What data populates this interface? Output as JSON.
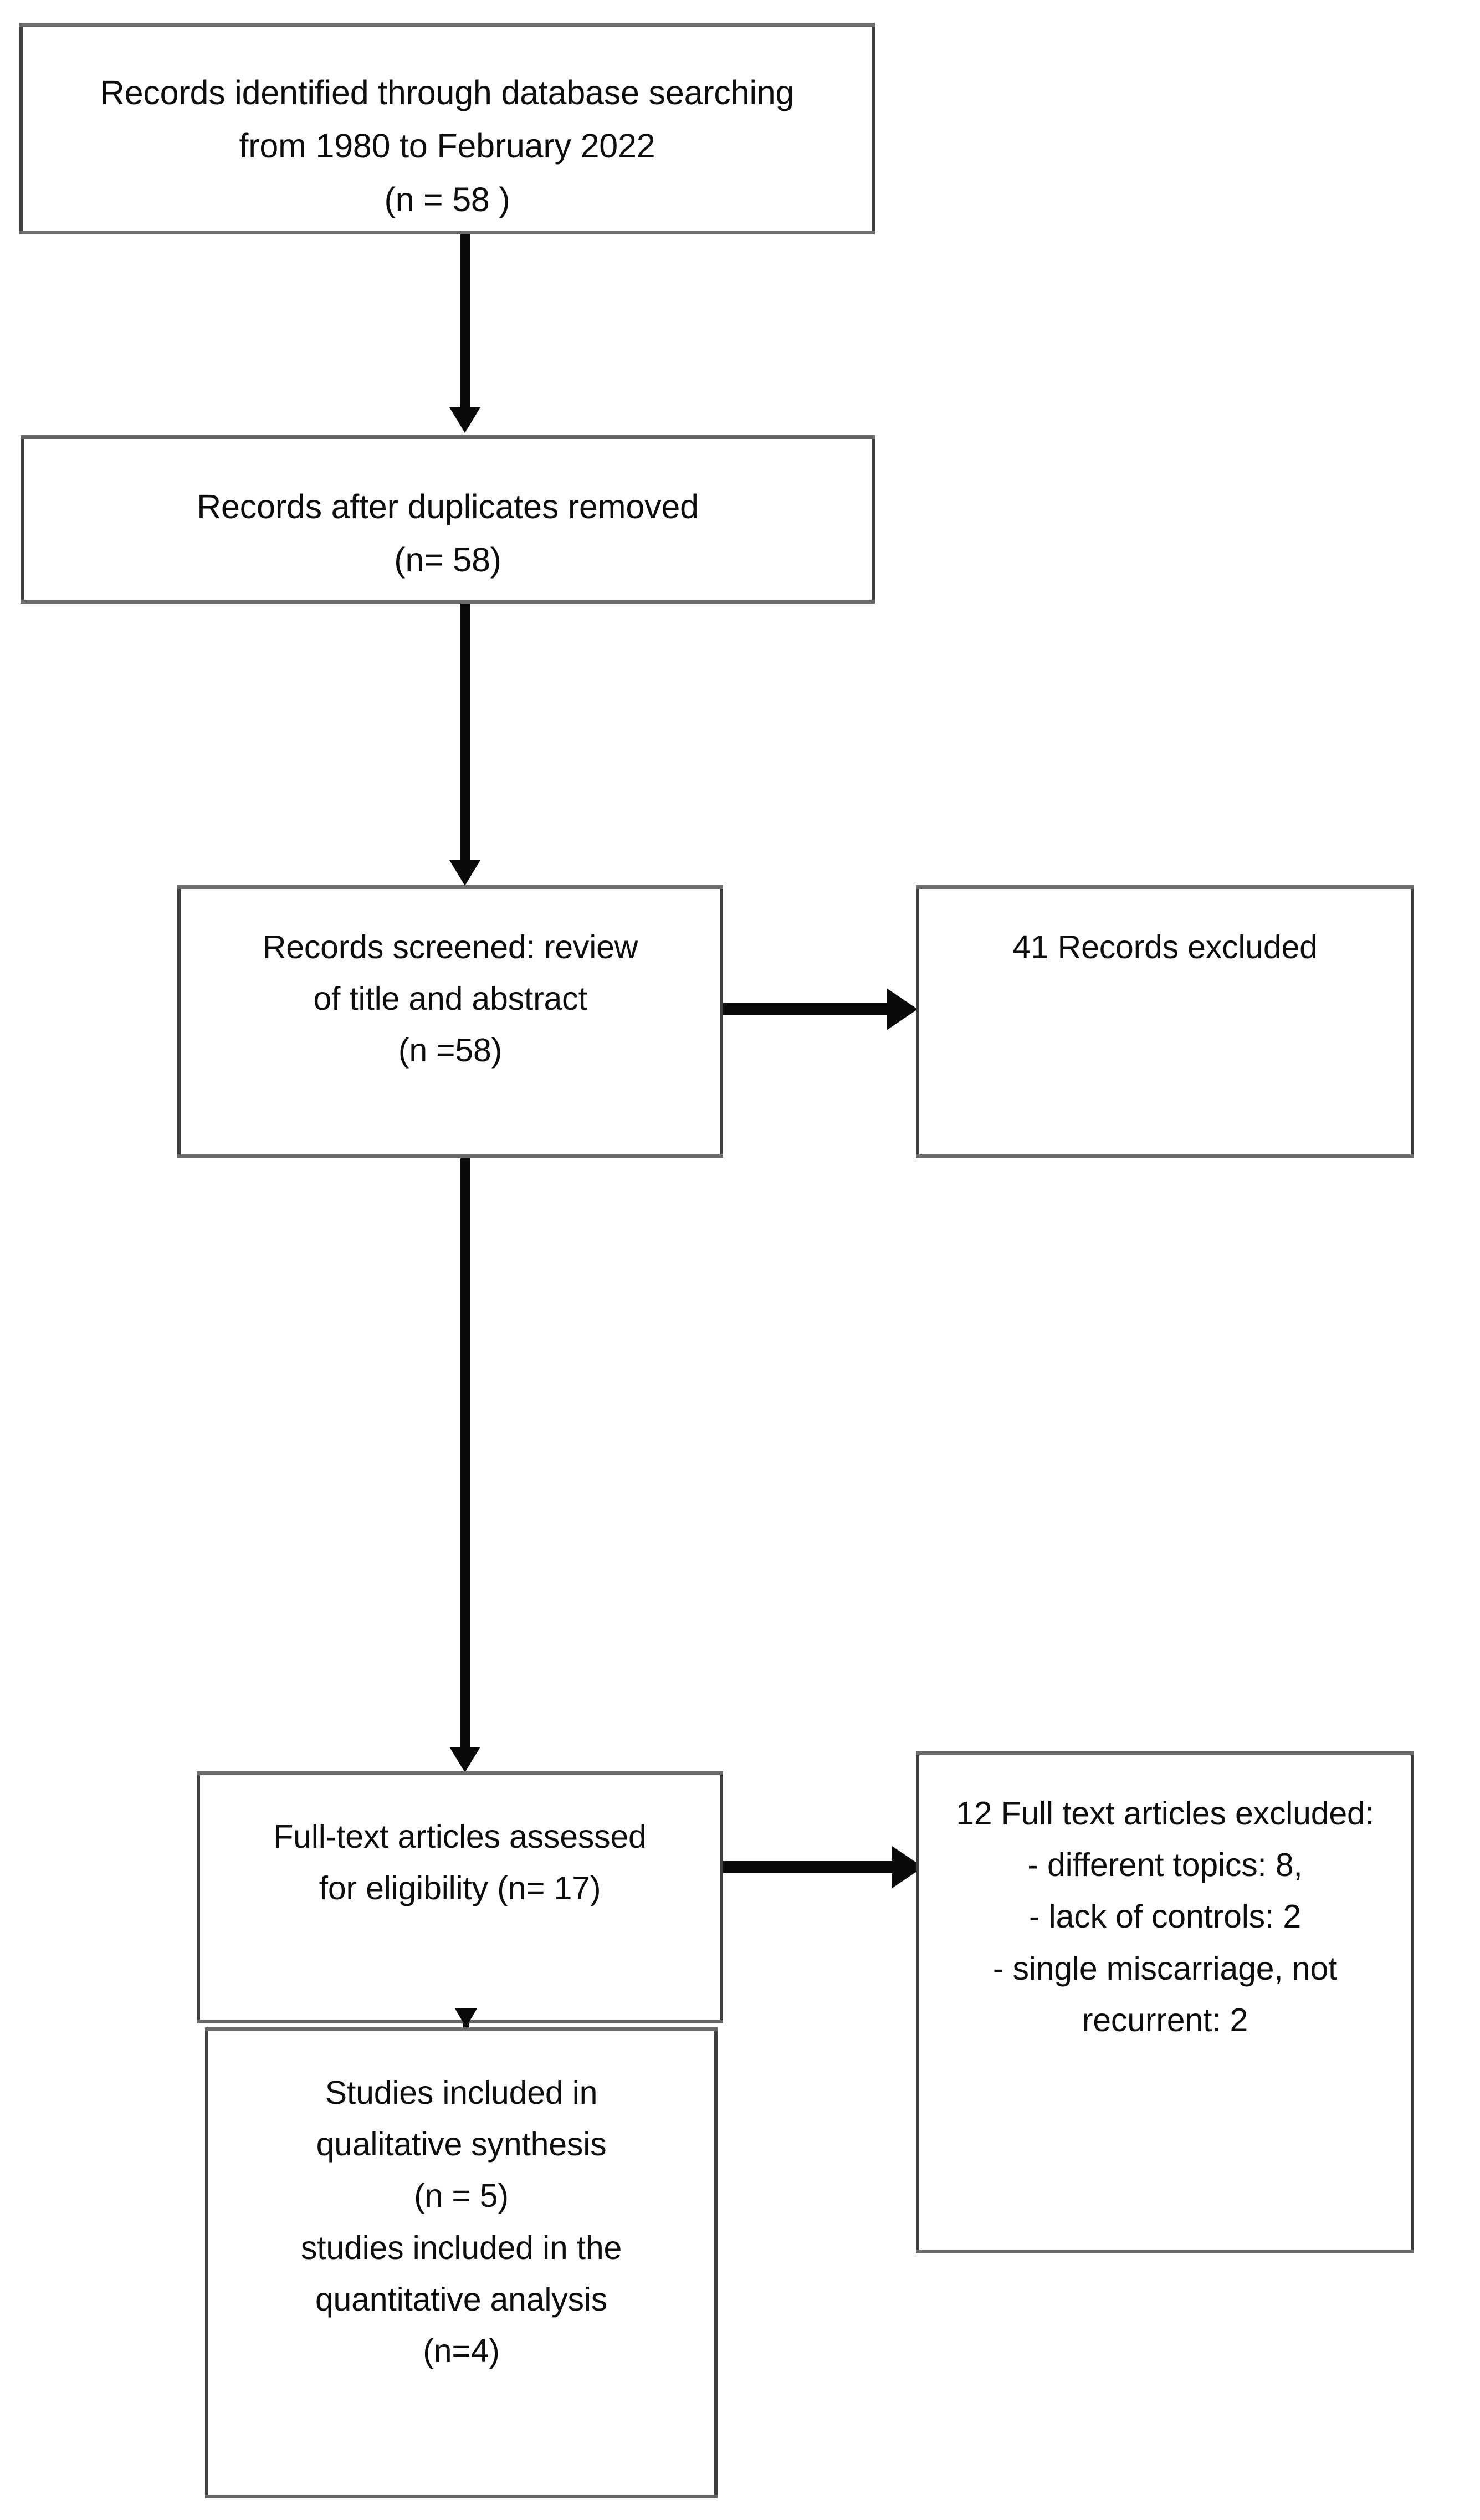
{
  "diagram": {
    "title": "PRISMA study selection flow diagram",
    "type": "flowchart",
    "boxes": [
      {
        "id": "identification",
        "lines": [
          "Records identified through database searching",
          "from 1980 to February 2022",
          "(n = 58 )"
        ]
      },
      {
        "id": "duplicates-removed",
        "lines": [
          "Records after duplicates removed",
          "(n= 58)"
        ]
      },
      {
        "id": "records-screened",
        "lines": [
          "Records screened: review",
          "of title and abstract",
          "(n =58)"
        ]
      },
      {
        "id": "records-excluded",
        "lines": [
          "41 Records excluded"
        ]
      },
      {
        "id": "fulltext-assessed",
        "lines": [
          "Full-text articles assessed",
          "for eligibility (n= 17)"
        ]
      },
      {
        "id": "fulltext-excluded",
        "lines": [
          "12 Full text articles excluded:",
          "- different topics: 8,",
          "- lack of controls: 2",
          "- single miscarriage, not",
          "recurrent: 2"
        ]
      },
      {
        "id": "studies-included",
        "lines": [
          "Studies included in",
          "qualitative synthesis",
          "(n = 5)",
          "studies included in the",
          "quantitative analysis",
          "(n=4)"
        ]
      }
    ],
    "counts": {
      "identified": 58,
      "after_duplicates": 58,
      "screened": 58,
      "records_excluded": 41,
      "fulltext_assessed": 17,
      "fulltext_excluded": 12,
      "excluded_different_topics": 8,
      "excluded_lack_of_controls": 2,
      "excluded_single_miscarriage": 2,
      "qualitative_synthesis": 5,
      "quantitative_analysis": 4
    },
    "colors": {
      "background": "#ffffff",
      "box_border": "#3d3d3d",
      "box_edge_shadow": "#6a6a6a",
      "connector": "#0a0a0a",
      "text": "#0d0d0d"
    }
  }
}
